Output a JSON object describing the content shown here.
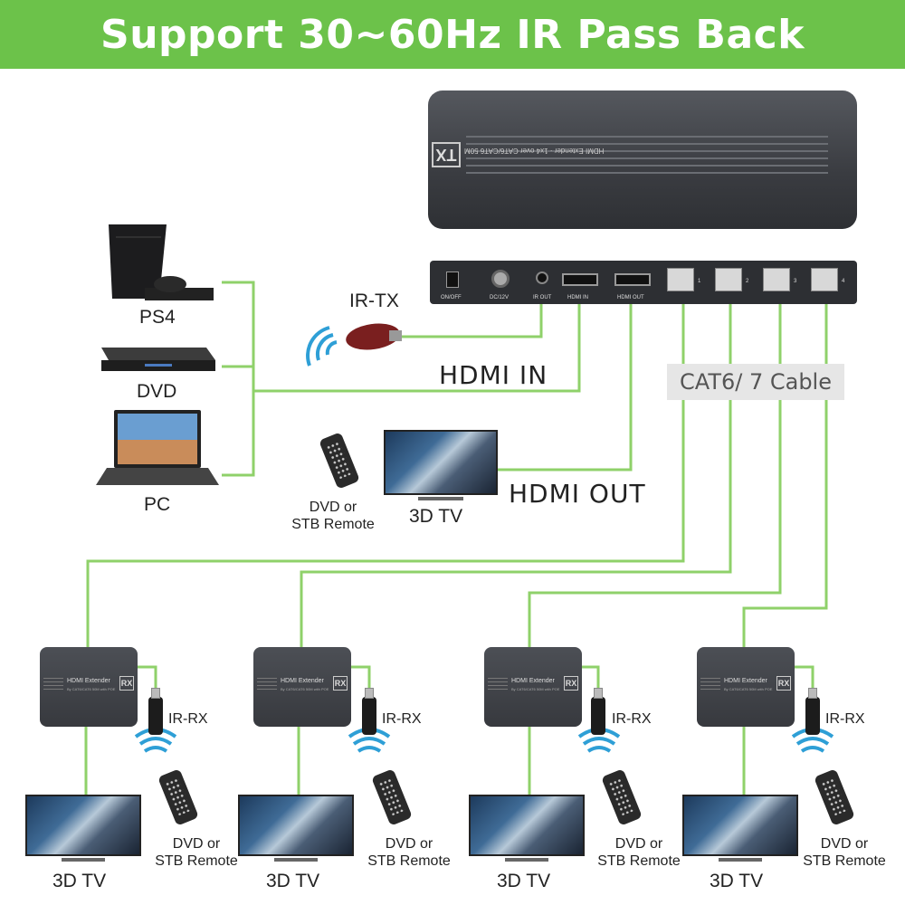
{
  "banner": {
    "title": "Support 30~60Hz IR Pass Back"
  },
  "colors": {
    "banner_green": "#6cc24a",
    "wire_green": "#8fd16a",
    "device_dark": "#3a3c41"
  },
  "tx": {
    "badge": "TX",
    "brand_line1": "HDMI Extender",
    "brand_line2": "1x4 over CAT6/CAT6 50M",
    "panel": [
      "ON/OFF",
      "DC/12V",
      "IR OUT",
      "HDMI IN",
      "HDMI OUT",
      "1",
      "2",
      "3",
      "4"
    ]
  },
  "sources": [
    {
      "label": "PS4",
      "icon": "ps4-console-icon"
    },
    {
      "label": "DVD",
      "icon": "dvd-player-icon"
    },
    {
      "label": "PC",
      "icon": "laptop-icon"
    }
  ],
  "labels": {
    "ir_tx": "IR-TX",
    "hdmi_in": "HDMI IN",
    "hdmi_out": "HDMI OUT",
    "cable": "CAT6/ 7 Cable",
    "local_tv": "3D TV",
    "local_remote_line1": "DVD or",
    "local_remote_line2": "STB Remote"
  },
  "receivers": [
    {
      "badge": "RX",
      "brand": "HDMI Extender",
      "sub": "By CAT6/CAT6 50M with POE",
      "ir": "IR-RX",
      "tv": "3D TV",
      "remote_line1": "DVD or",
      "remote_line2": "STB Remote"
    },
    {
      "badge": "RX",
      "brand": "HDMI Extender",
      "sub": "By CAT6/CAT6 50M with POE",
      "ir": "IR-RX",
      "tv": "3D TV",
      "remote_line1": "DVD or",
      "remote_line2": "STB Remote"
    },
    {
      "badge": "RX",
      "brand": "HDMI Extender",
      "sub": "By CAT6/CAT6 50M with POE",
      "ir": "IR-RX",
      "tv": "3D TV",
      "remote_line1": "DVD or",
      "remote_line2": "STB Remote"
    },
    {
      "badge": "RX",
      "brand": "HDMI Extender",
      "sub": "By CAT6/CAT6 50M with POE",
      "ir": "IR-RX",
      "tv": "3D TV",
      "remote_line1": "DVD or",
      "remote_line2": "STB Remote"
    }
  ]
}
